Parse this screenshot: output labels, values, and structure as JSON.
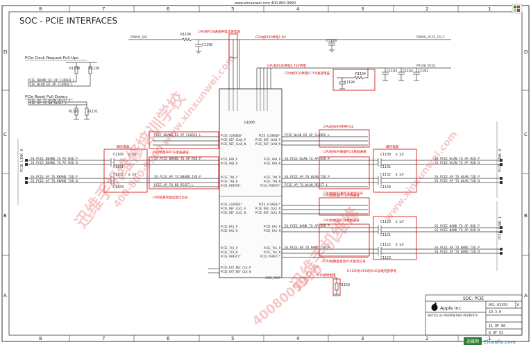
{
  "sheet": {
    "title": "SOC - PCIE INTERFACES",
    "top_url": "www.xinxunwei.com 400-800-9990",
    "col_labels": [
      "8",
      "7",
      "6",
      "5",
      "4",
      "3",
      "2",
      "1"
    ],
    "row_labels": [
      "D",
      "C",
      "B",
      "A"
    ]
  },
  "sections": {
    "clkreq_title": "PCIe Clock Request Pull-Ups",
    "reset_title": "PCIe Reset Pull-Downs",
    "pcie_link0": "PCIE LINK 0",
    "pcie_link1": "PCIE LINK 1"
  },
  "parts": {
    "r1198": "R1198",
    "c1198": "C1198",
    "c1199": "C1199",
    "r1194": "R1194",
    "c1194": "C1194",
    "c1193": "C1193",
    "c1192": "C1192",
    "c1191": "C1191",
    "r1100": "R1100",
    "r1130": "R1130",
    "r1101": "R1101",
    "r1131": "R1131",
    "u1000": "U1000",
    "r1150": "R1150",
    "c1100": "C1100",
    "c1101": "C1101",
    "c1102": "C1102",
    "c1103": "C1103",
    "c1130": "C1130",
    "c1131": "C1131",
    "c1132": "C1132",
    "c1133": "C1133",
    "c1120": "C1120",
    "c1121": "C1121",
    "c1122": "C1122",
    "c1123": "C1123"
  },
  "nets": {
    "left_top": "PP0V9_SOC",
    "rail_top_right": "PP0V9_PCIE_FILT",
    "rail_mid_right": "PP1V8_PCIE",
    "clkreq_net1": "PCIE_BBAND_BI_AP_CLKREQ_L",
    "clkreq_net2": "PCIE_WLAN_BI_AP_CLKREQ_L",
    "reset_net1": "PCIE_AP_TO_WLAN_RESET_L",
    "reset_net2": "PCIE_AP_TO_BB_RESET_L",
    "left_link0_1": "SS_PCIE_BBAND_TO_AP_RXD_P",
    "left_link0_2": "SS_PCIE_BBAND_TO_AP_RXD_N",
    "left_link0_3": "SS_PCIE_AP_TO_BBAND_TXD_P",
    "left_link0_4": "SS_PCIE_AP_TO_BBAND_TXD_N",
    "right_link0_1": "SS_PCIE_WLAN_TO_AP_RXD_P",
    "right_link0_2": "SS_PCIE_WLAN_TO_AP_RXD_N",
    "right_link0_3": "SS_PCIE_AP_TO_WLAN_TXD_P",
    "right_link0_4": "SS_PCIE_AP_TO_WLAN_TXD_N",
    "right_link1_1": "SS_PCIE_NAND_TO_AP_RXD_P",
    "right_link1_2": "SS_PCIE_NAND_TO_AP_RXD_N",
    "right_link1_3": "SS_PCIE_AP_TO_NAND_TXD_P",
    "right_link1_4": "SS_PCIE_AP_TO_NAND_TXD_N",
    "ic_clkreq0": "PCIE_CLKREQ0*",
    "ic_refclk0p": "PCIE_REF_CLK0_P",
    "ic_refclk0n": "PCIE_REF_CLK0_N",
    "ic_rx0p": "PCIE_RX0_P",
    "ic_rx0n": "PCIE_RX0_N",
    "ic_tx0p": "PCIE_TX0_P",
    "ic_tx0n": "PCIE_TX0_N",
    "ic_perst0": "PCIE_PERST0*",
    "ic_clkreq1": "PCIE_CLKREQ1*",
    "ic_refclk1p": "PCIE_REF_CLK1_P",
    "ic_refclk1n": "PCIE_REF_CLK1_N",
    "ic_rx1p": "PCIE_RX1_P",
    "ic_rx1n": "PCIE_RX1_N",
    "ic_tx1p": "PCIE_TX1_P",
    "ic_tx1n": "PCIE_TX1_N",
    "ic_perst1": "PCIE_PERST1*",
    "ic_extref_p": "PCIE_EXT_REF_CLK_P",
    "ic_extref_n": "PCIE_EXT_REF_CLK_N",
    "ic_rext": "PCIE_REXT",
    "cap_val": "0.1UF"
  },
  "annotations": {
    "a1": "CPU给PCIE通道供电滤波电容",
    "a2": "CPU给PCIE供电1.8V",
    "a3": "CPU给PCIE供电0.75V供电",
    "a4": "CPU给PCIE供电0.75V滤波电容",
    "a5": "CPU给基带PCIE发送通道",
    "a6": "CPU给WIFI数据PCIE数据通道",
    "a7": "CPU给WIFI发PCIE复位信号",
    "a8": "CPU给硬盘PCIE数据通道",
    "a9": "CPU给基带发出复位信号",
    "a10": "CPU给硬盘发出PCIE复位信号",
    "a11": "耦合电容",
    "a12": "耦合电容",
    "a13": "PCIE接地电阻",
    "a14": "R1150为CPU的PCIE总线内部参考",
    "a15": "CPU给硬盘PCIE时钟通道",
    "a16": "CPU给WIFI时钟PCIE",
    "a17": "CPU给基带时钟信号"
  },
  "title_block": {
    "page_title": "SOC: PCIE",
    "company": "Apple Inc.",
    "doc_no": "051-03155",
    "rev": "8",
    "notice_title": "NOTICE OF PROPRIETARY PROPERTY:",
    "sheet_num": "11 OF 80",
    "page_num": "8 OF 91",
    "date": "19.3.0"
  },
  "watermarks": {
    "w1": "迅维手机维修培训学校",
    "w2": "400-800-9990 www.xinxunwei.com",
    "w3": "迅维手机维修",
    "w4": "www.xinxunwei.com",
    "w5": "4008009990",
    "logo_text": "Chinafix.com",
    "logo_cn": "迅维网"
  }
}
